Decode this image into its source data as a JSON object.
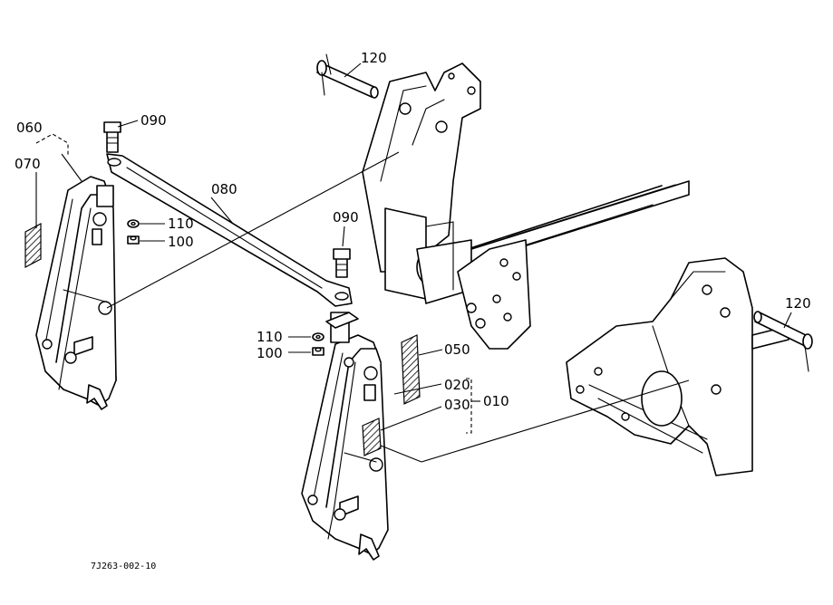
{
  "callouts": {
    "c060": "060",
    "c070": "070",
    "c090a": "090",
    "c080": "080",
    "c110a": "110",
    "c100a": "100",
    "c090b": "090",
    "c110b": "110",
    "c100b": "100",
    "c050": "050",
    "c020": "020",
    "c030": "030",
    "c010": "010",
    "c120a": "120",
    "c120b": "120"
  },
  "footer": {
    "ref": "7J263-002-10"
  }
}
